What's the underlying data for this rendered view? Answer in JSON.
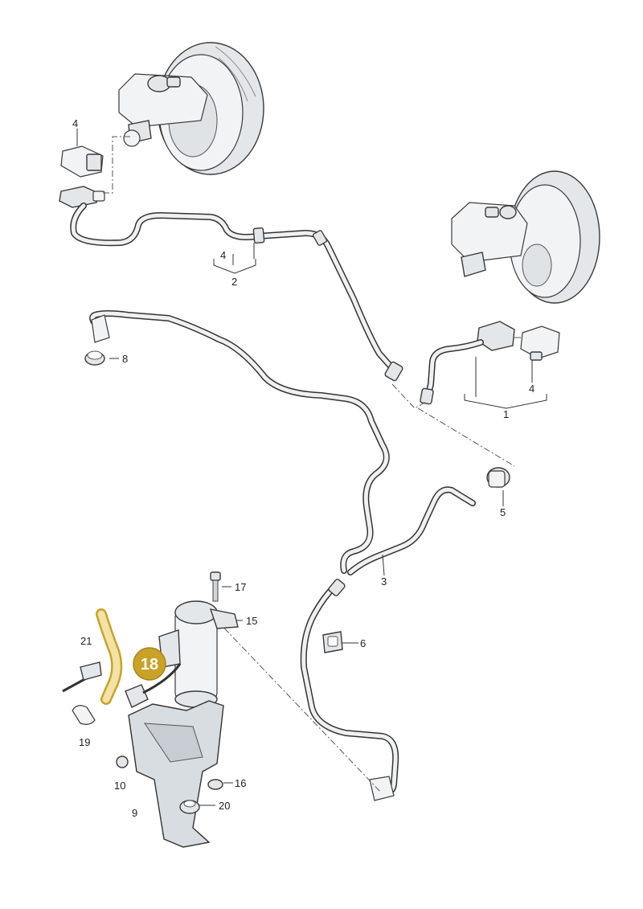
{
  "diagram": {
    "callouts": {
      "c1": "1",
      "c2": "2",
      "c3": "3",
      "c4a": "4",
      "c4b": "4",
      "c4c": "4",
      "c5": "5",
      "c6": "6",
      "c8": "8",
      "c9": "9",
      "c10": "10",
      "c15": "15",
      "c16": "16",
      "c17": "17",
      "c19": "19",
      "c20": "20",
      "c21": "21"
    },
    "highlight": {
      "label": "18",
      "color": "#c9a227"
    }
  }
}
